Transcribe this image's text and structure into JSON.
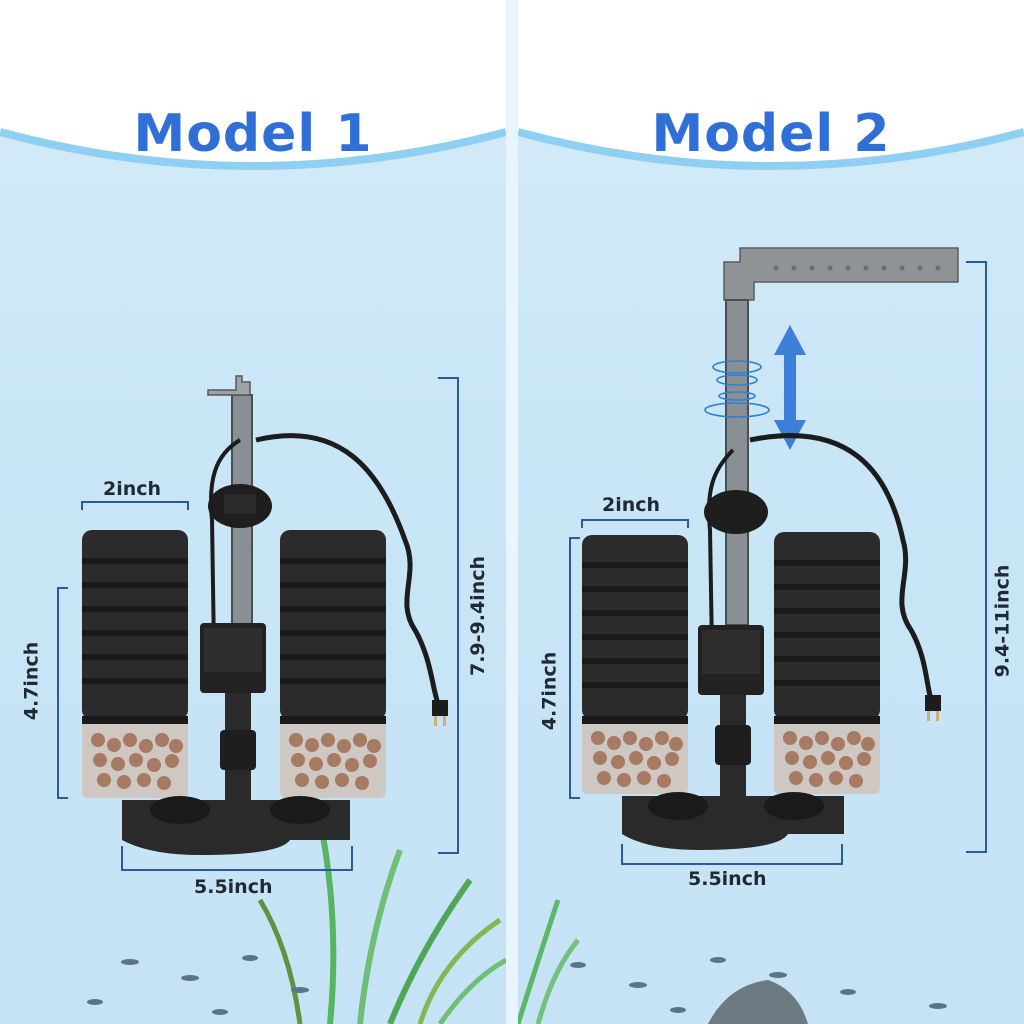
{
  "colors": {
    "title": "#2f6fd6",
    "water": "#c8e4f6",
    "bracket": "#2c5aa0",
    "arrow": "#3b7fd9",
    "sponge": "#2b2b2b",
    "ceramic": "#a77a64"
  },
  "models": [
    {
      "title": "Model 1",
      "width_label": "2inch",
      "sponge_height_label": "4.7inch",
      "total_height_label": "7.9-9.4inch",
      "base_width_label": "5.5inch"
    },
    {
      "title": "Model 2",
      "width_label": "2inch",
      "sponge_height_label": "4.7inch",
      "total_height_label": "9.4-11inch",
      "base_width_label": "5.5inch"
    }
  ],
  "icons": [
    "up-down-arrow-icon",
    "power-plug-icon"
  ]
}
